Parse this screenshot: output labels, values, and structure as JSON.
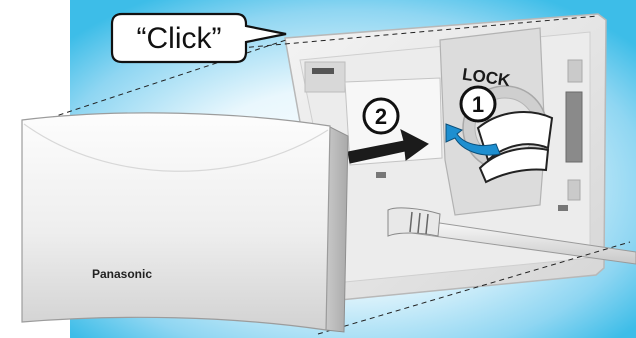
{
  "callout": {
    "text": "“Click”"
  },
  "steps": [
    {
      "number": "2",
      "glyph": "②"
    },
    {
      "number": "1",
      "glyph": "①"
    }
  ],
  "wall_plate": {
    "lock_label": "LOCK"
  },
  "cover": {
    "brand": "Panasonic"
  },
  "colors": {
    "sky_light": "#e9f7fd",
    "sky_blue": "#3dbde8",
    "arrow_dark": "#1b1b1b",
    "arrow_blue": "#1e8fd0",
    "plate_gray": "#e6e6e6"
  },
  "icons": [
    "click-callout",
    "push-arrow-icon",
    "rotate-arrow-icon",
    "lock-tab-icon"
  ]
}
